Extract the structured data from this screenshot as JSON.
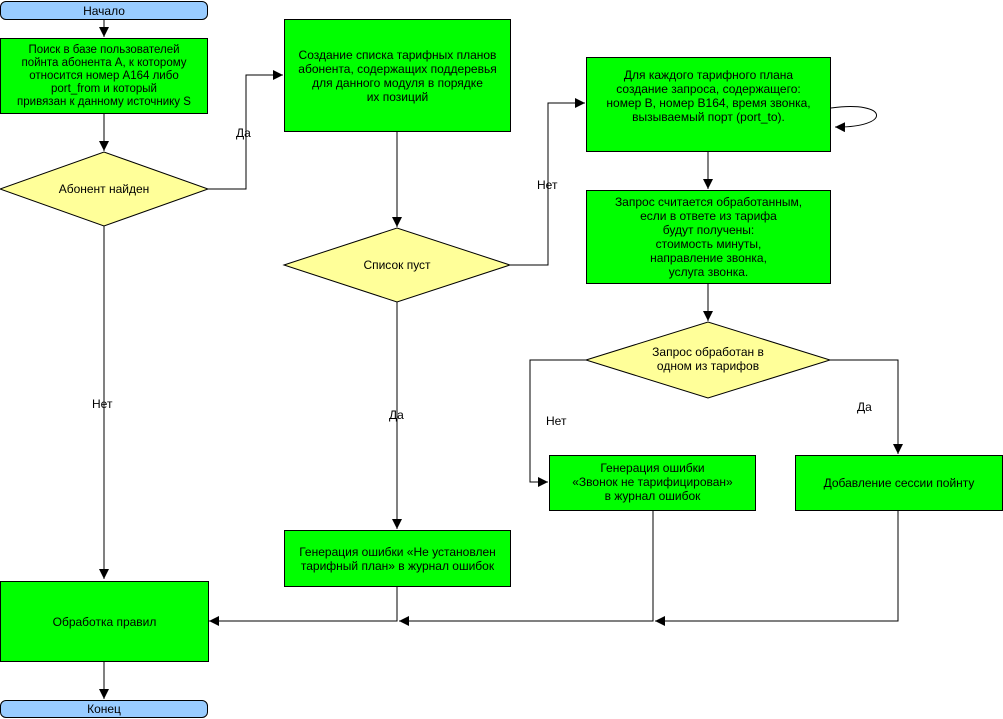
{
  "nodes": {
    "start": "Начало",
    "search_user": "Поиск в базе пользователей\nпойнта абонента A, к которому\nотносится номер A164 либо\nport_from и который\nпривязан к данному источнику S",
    "user_found": "Абонент найден",
    "create_plan_list": "Создание списка тарифных планов\nабонента, содержащих поддеревья\nдля данного модуля в порядке\nих позиций",
    "list_empty": "Список пуст",
    "create_request": "Для каждого тарифного плана\nсоздание запроса, содержащего:\nномер B, номер B164, время звонка,\nвызываемый порт (port_to).",
    "request_processed_rule": "Запрос считается обработанным,\nесли в ответе из тарифа\nбудут получены:\nстоимость минуты,\nнаправление звонка,\nуслуга звонка.",
    "request_processed_check": "Запрос обработан в\nодном из тарифов",
    "error_not_tariffed": "Генерация ошибки\n«Звонок не тарифицирован»\nв журнал ошибок",
    "add_session": "Добавление сессии пойнту",
    "error_no_plan": "Генерация ошибки «Не установлен\nтарифный план» в журнал ошибок",
    "rules_processing": "Обработка правил",
    "end": "Конец"
  },
  "edges": {
    "found_yes": "Да",
    "found_no": "Нет",
    "empty_no": "Нет",
    "empty_yes": "Да",
    "processed_no": "Нет",
    "processed_yes": "Да"
  },
  "colors": {
    "terminal": "#99ccff",
    "process": "#00ff00",
    "decision": "#ffff99",
    "line": "#000000"
  }
}
